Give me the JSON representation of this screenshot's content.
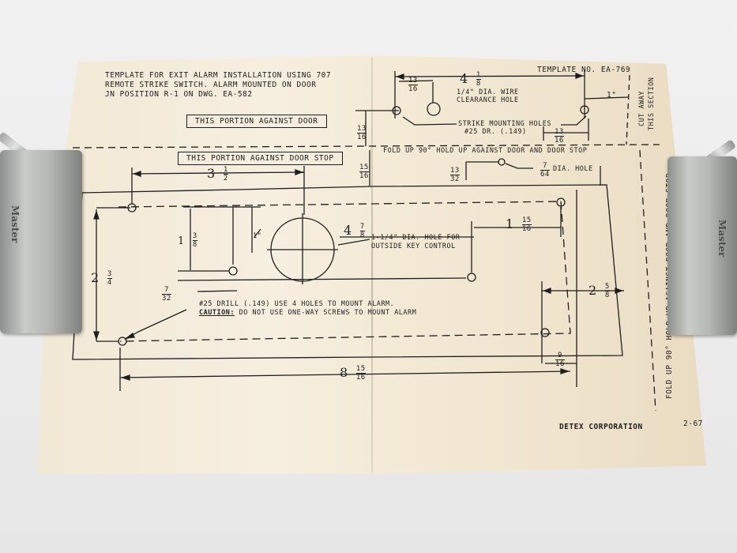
{
  "template": {
    "title_lines": [
      "TEMPLATE FOR EXIT ALARM INSTALLATION USING 707",
      "REMOTE STRIKE SWITCH.  ALARM MOUNTED ON DOOR",
      "JN POSITION R-1 ON DWG. EA-582"
    ],
    "template_no": "TEMPLATE NO. EA-769",
    "portion_door": "THIS PORTION AGAINST DOOR",
    "portion_stop": "THIS PORTION AGAINST DOOR STOP",
    "cut_away": [
      "CUT AWAY",
      "THIS SECTION"
    ],
    "fold_line": "FOLD UP 90° HOLD UP AGAINST DOOR AND DOOR STOP",
    "fold_side": "FOLD UP 90° HOLD UP AGAINST DOOR AND DOOR STOP",
    "wire_hole": [
      "1/4\" DIA. WIRE",
      "CLEARANCE HOLE"
    ],
    "strike_holes": [
      "STRIKE MOUNTING HOLES",
      "#25 DR. (.149)"
    ],
    "dia_hole": "DIA. HOLE",
    "key_hole": [
      "1-1/4\" DIA. HOLE FOR",
      "OUTSIDE KEY CONTROL"
    ],
    "drill_note": "#25 DRILL (.149) USE 4 HOLES TO MOUNT ALARM.",
    "caution_label": "CAUTION:",
    "caution_text": "DO NOT USE ONE-WAY SCREWS TO MOUNT ALARM",
    "company": "DETEX CORPORATION",
    "date": "2-67"
  },
  "dimensions": {
    "d_4_1_8": {
      "whole": "4",
      "num": "1",
      "den": "8"
    },
    "d_13_16_top": {
      "num": "13",
      "den": "16"
    },
    "d_1in": "1\"",
    "d_13_16_mid": {
      "num": "13",
      "den": "16"
    },
    "d_13_16_left": {
      "num": "13",
      "den": "16"
    },
    "d_15_16": {
      "num": "15",
      "den": "16"
    },
    "d_13_32": {
      "num": "13",
      "den": "32"
    },
    "d_7_64": {
      "num": "7",
      "den": "64"
    },
    "d_3_1_2": {
      "whole": "3",
      "num": "1",
      "den": "2"
    },
    "d_1_3_8": {
      "whole": "1",
      "num": "3",
      "den": "8"
    },
    "d_1in_small": "1\"",
    "d_4_7_8": {
      "whole": "4",
      "num": "7",
      "den": "8"
    },
    "d_1_15_16": {
      "whole": "1",
      "num": "15",
      "den": "16"
    },
    "d_2_3_4": {
      "whole": "2",
      "num": "3",
      "den": "4"
    },
    "d_7_32": {
      "num": "7",
      "den": "32"
    },
    "d_2_5_8": {
      "whole": "2",
      "num": "5",
      "den": "8"
    },
    "d_9_16": {
      "num": "9",
      "den": "16"
    },
    "d_8_15_16": {
      "whole": "8",
      "num": "15",
      "den": "16"
    }
  },
  "locks": {
    "brand": "Master"
  },
  "colors": {
    "paper": "#f3e9d5",
    "ink": "#1e1e1e",
    "background": "#ececec",
    "lock_metal": "#b5b7b5"
  }
}
